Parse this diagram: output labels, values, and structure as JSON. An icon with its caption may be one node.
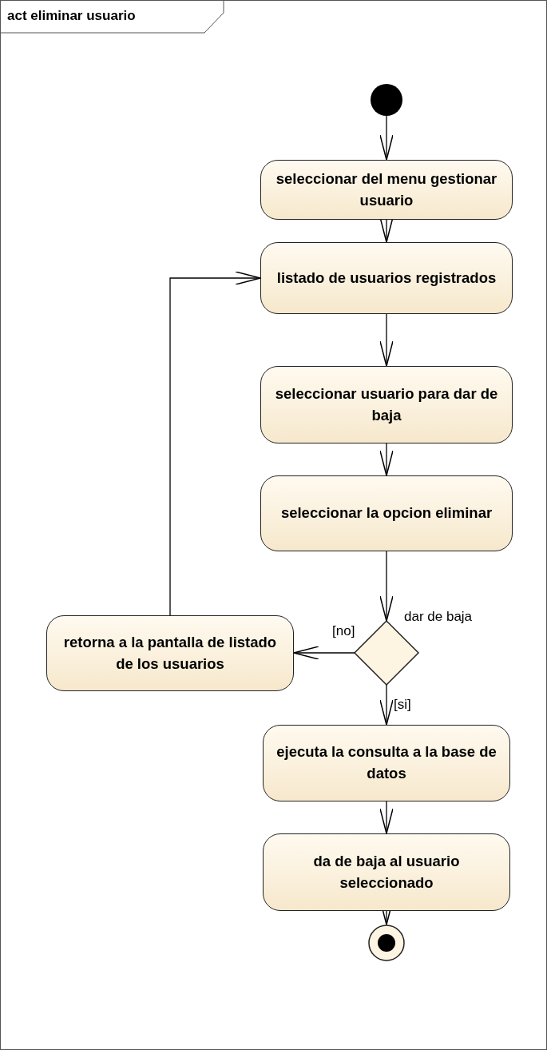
{
  "diagram": {
    "title": "act eliminar usuario",
    "nodes": [
      {
        "text": [],
        "shape": "circle"
      },
      {
        "text": [
          "seleccionar del menu gestionar usuario"
        ]
      },
      {
        "text": [
          "listado de usuarios registrados"
        ]
      },
      {
        "text": [
          "seleccionar usuario para dar de baja"
        ]
      },
      {
        "text": [
          "seleccionar la opcion eliminar"
        ]
      },
      {
        "text": [],
        "shape": "diamond",
        "beside": [
          "dar de baja"
        ]
      },
      {
        "text": [
          "retorna a la pantalla de listado de los usuarios"
        ]
      },
      {
        "text": [
          "ejecuta la consulta a la base de datos"
        ]
      },
      {
        "text": [
          "da de baja al usuario seleccionado"
        ]
      },
      {
        "text": [],
        "shape": "circle"
      }
    ],
    "edges": [
      {
        "from": 0,
        "to": 1,
        "arrow": "to"
      },
      {
        "from": 1,
        "to": 2,
        "arrow": "to"
      },
      {
        "from": 2,
        "to": 3,
        "arrow": "to"
      },
      {
        "from": 3,
        "to": 4,
        "arrow": "to"
      },
      {
        "from": 4,
        "to": 5,
        "arrow": "to"
      },
      {
        "from": 5,
        "to": 6,
        "arrow": "to",
        "label": "[no]"
      },
      {
        "from": 5,
        "to": 7,
        "arrow": "to",
        "label": "[si]"
      },
      {
        "from": 7,
        "to": 8,
        "arrow": "to"
      },
      {
        "from": 8,
        "to": 9,
        "arrow": "to"
      },
      {
        "from": 6,
        "to": 2,
        "arrow": "to"
      }
    ]
  }
}
